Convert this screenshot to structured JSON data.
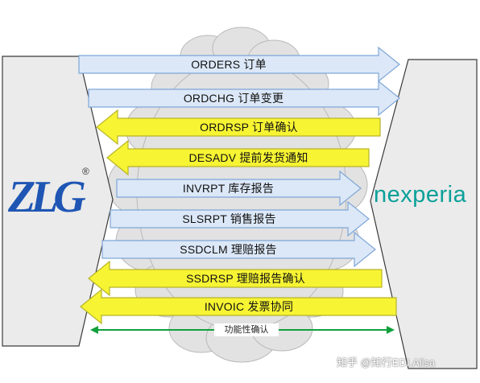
{
  "diagram": {
    "left_party_logo": "ZLG",
    "left_party_mark": "®",
    "right_party_logo": "nexperia",
    "confirm_label": "功能性确认",
    "watermark": "知乎 @知行EDI.Alisa",
    "colors": {
      "to_right_fill": "#dce8f8",
      "to_right_stroke": "#7ea6d6",
      "to_left_fill": "#f7f433",
      "to_left_stroke": "#b6b32a",
      "confirm_line": "#12a03c",
      "panel_fill": "#ebebeb",
      "cloud_fill": "#e2e2e2"
    },
    "messages": [
      {
        "label": "ORDERS 订单",
        "direction": "right"
      },
      {
        "label": "ORDCHG 订单变更",
        "direction": "right"
      },
      {
        "label": "ORDRSP 订单确认",
        "direction": "left"
      },
      {
        "label": "DESADV 提前发货通知",
        "direction": "left"
      },
      {
        "label": "INVRPT 库存报告",
        "direction": "right"
      },
      {
        "label": "SLSRPT 销售报告",
        "direction": "right"
      },
      {
        "label": "SSDCLM 理赔报告",
        "direction": "right"
      },
      {
        "label": "SSDRSP 理赔报告确认",
        "direction": "left"
      },
      {
        "label": "INVOIC 发票协同",
        "direction": "left"
      }
    ]
  }
}
